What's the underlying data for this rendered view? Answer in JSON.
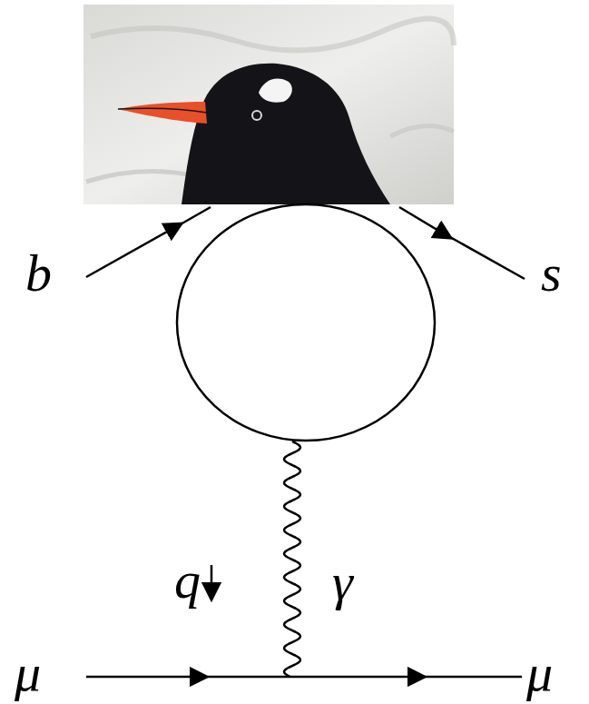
{
  "diagram": {
    "labels": [
      "b",
      "s",
      "q",
      "γ",
      "μ",
      "μ"
    ]
  }
}
